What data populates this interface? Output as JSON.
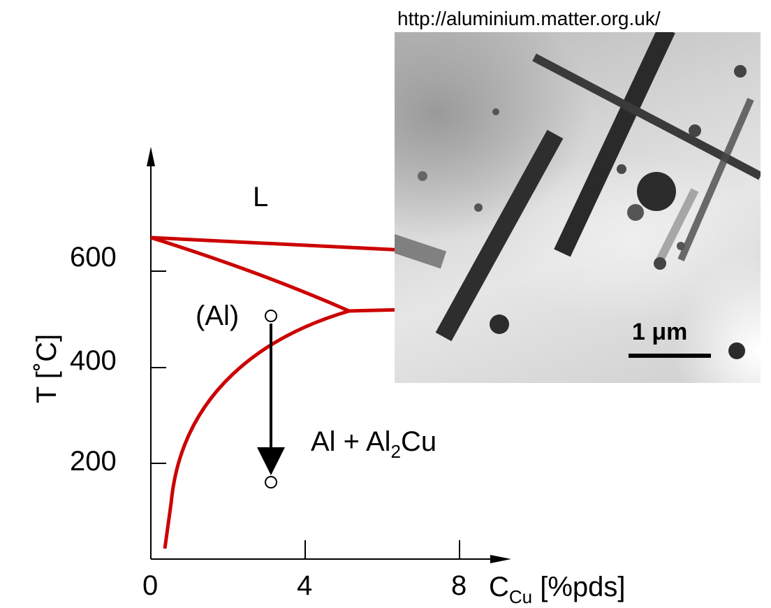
{
  "source_url": "http://aluminium.matter.org.uk/",
  "y_axis": {
    "label": "T  [˚C]",
    "ticks": [
      "600",
      "400",
      "200"
    ]
  },
  "x_axis": {
    "label_main": "C",
    "label_sub": "Cu",
    "label_tail": " [%pds]",
    "ticks": [
      "0",
      "4",
      "8"
    ]
  },
  "regions": {
    "liquid": "L",
    "alpha": "(Al)",
    "two_phase_main": "Al + Al",
    "two_phase_sub": "2",
    "two_phase_tail": "Cu"
  },
  "micrograph": {
    "scale_label": "1 μm"
  },
  "colors": {
    "phase_boundary": "#cc0000",
    "axis": "#000000"
  }
}
